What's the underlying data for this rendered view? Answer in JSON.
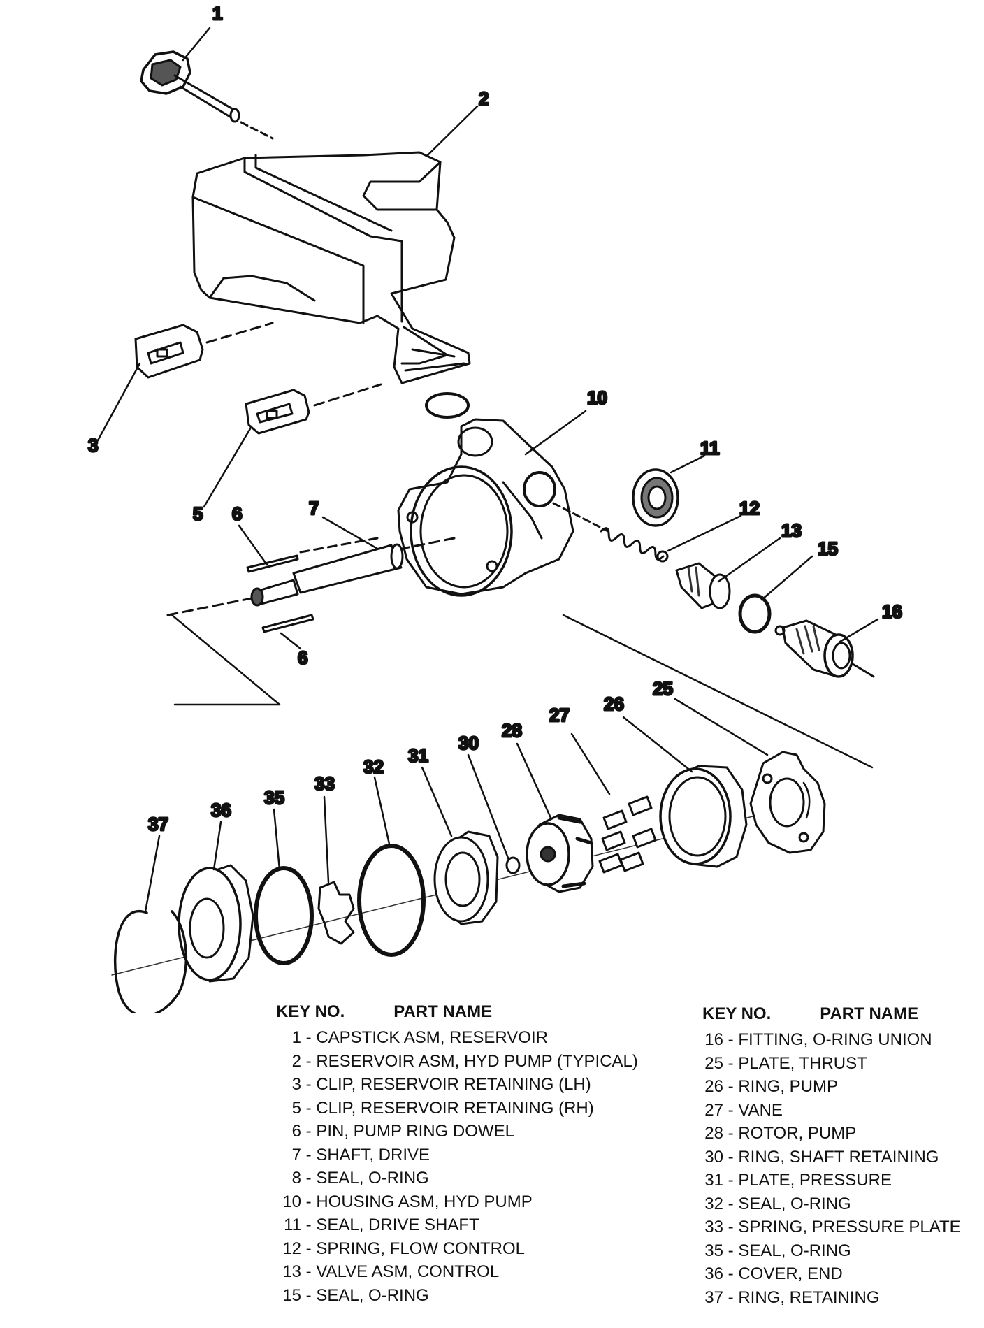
{
  "callouts": {
    "c1": "1",
    "c2": "2",
    "c3": "3",
    "c5": "5",
    "c6a": "6",
    "c6b": "6",
    "c7": "7",
    "c10": "10",
    "c11": "11",
    "c12": "12",
    "c13": "13",
    "c15": "15",
    "c16": "16",
    "c25": "25",
    "c26": "26",
    "c27": "27",
    "c28": "28",
    "c30": "30",
    "c31": "31",
    "c32": "32",
    "c33": "33",
    "c35": "35",
    "c36": "36",
    "c37": "37"
  },
  "legend_left": {
    "key_header": "KEY NO.",
    "name_header": "PART NAME",
    "rows": [
      {
        "no": "1",
        "name": "CAPSTICK ASM, RESERVOIR"
      },
      {
        "no": "2",
        "name": "RESERVOIR ASM, HYD PUMP (TYPICAL)"
      },
      {
        "no": "3",
        "name": "CLIP, RESERVOIR RETAINING (LH)"
      },
      {
        "no": "5",
        "name": "CLIP, RESERVOIR RETAINING (RH)"
      },
      {
        "no": "6",
        "name": "PIN, PUMP RING DOWEL"
      },
      {
        "no": "7",
        "name": "SHAFT, DRIVE"
      },
      {
        "no": "8",
        "name": "SEAL, O-RING"
      },
      {
        "no": "10",
        "name": "HOUSING ASM, HYD PUMP"
      },
      {
        "no": "11",
        "name": "SEAL, DRIVE SHAFT"
      },
      {
        "no": "12",
        "name": "SPRING, FLOW CONTROL"
      },
      {
        "no": "13",
        "name": "VALVE ASM, CONTROL"
      },
      {
        "no": "15",
        "name": "SEAL, O-RING"
      }
    ]
  },
  "legend_right": {
    "key_header": "KEY NO.",
    "name_header": "PART NAME",
    "rows": [
      {
        "no": "16",
        "name": "FITTING, O-RING UNION"
      },
      {
        "no": "25",
        "name": "PLATE, THRUST"
      },
      {
        "no": "26",
        "name": "RING, PUMP"
      },
      {
        "no": "27",
        "name": "VANE"
      },
      {
        "no": "28",
        "name": "ROTOR, PUMP"
      },
      {
        "no": "30",
        "name": "RING, SHAFT RETAINING"
      },
      {
        "no": "31",
        "name": "PLATE, PRESSURE"
      },
      {
        "no": "32",
        "name": "SEAL, O-RING"
      },
      {
        "no": "33",
        "name": "SPRING, PRESSURE PLATE"
      },
      {
        "no": "35",
        "name": "SEAL, O-RING"
      },
      {
        "no": "36",
        "name": "COVER, END"
      },
      {
        "no": "37",
        "name": "RING, RETAINING"
      }
    ]
  }
}
